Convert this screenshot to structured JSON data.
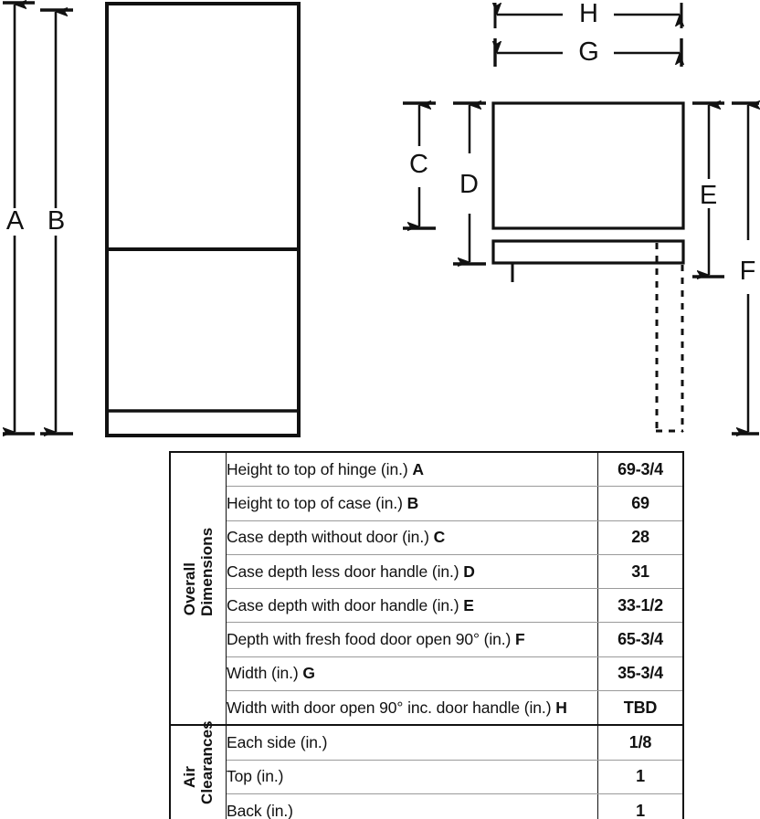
{
  "diagram": {
    "front_view": {
      "name": "refrigerator-front-view",
      "dimension_labels": [
        "A",
        "B"
      ]
    },
    "top_view": {
      "name": "refrigerator-top-view",
      "dimension_labels": [
        "C",
        "D",
        "E",
        "F",
        "G",
        "H"
      ]
    },
    "labels": {
      "A": "A",
      "B": "B",
      "C": "C",
      "D": "D",
      "E": "E",
      "F": "F",
      "G": "G",
      "H": "H"
    }
  },
  "table": {
    "groups": [
      {
        "label_line1": "Overall",
        "label_line2": "Dimensions",
        "rows": [
          {
            "description": "Height to top of hinge (in.)",
            "ref": "A",
            "value": "69-3/4"
          },
          {
            "description": "Height to top of case (in.)",
            "ref": "B",
            "value": "69"
          },
          {
            "description": "Case depth without door (in.)",
            "ref": "C",
            "value": "28"
          },
          {
            "description": "Case depth less door handle (in.)",
            "ref": "D",
            "value": "31"
          },
          {
            "description": "Case depth with door handle (in.)",
            "ref": "E",
            "value": "33-1/2"
          },
          {
            "description": "Depth with fresh food door open 90° (in.)",
            "ref": "F",
            "value": "65-3/4"
          },
          {
            "description": "Width (in.)",
            "ref": "G",
            "value": "35-3/4"
          },
          {
            "description": "Width with door open 90° inc. door handle (in.)",
            "ref": "H",
            "value": "TBD"
          }
        ]
      },
      {
        "label_line1": "Air",
        "label_line2": "Clearances",
        "rows": [
          {
            "description": "Each side (in.)",
            "ref": "",
            "value": "1/8"
          },
          {
            "description": "Top (in.)",
            "ref": "",
            "value": "1"
          },
          {
            "description": "Back (in.)",
            "ref": "",
            "value": "1"
          }
        ]
      }
    ]
  },
  "colors": {
    "line": "#111111",
    "grid_light": "#9a9a9a",
    "background": "#ffffff"
  }
}
